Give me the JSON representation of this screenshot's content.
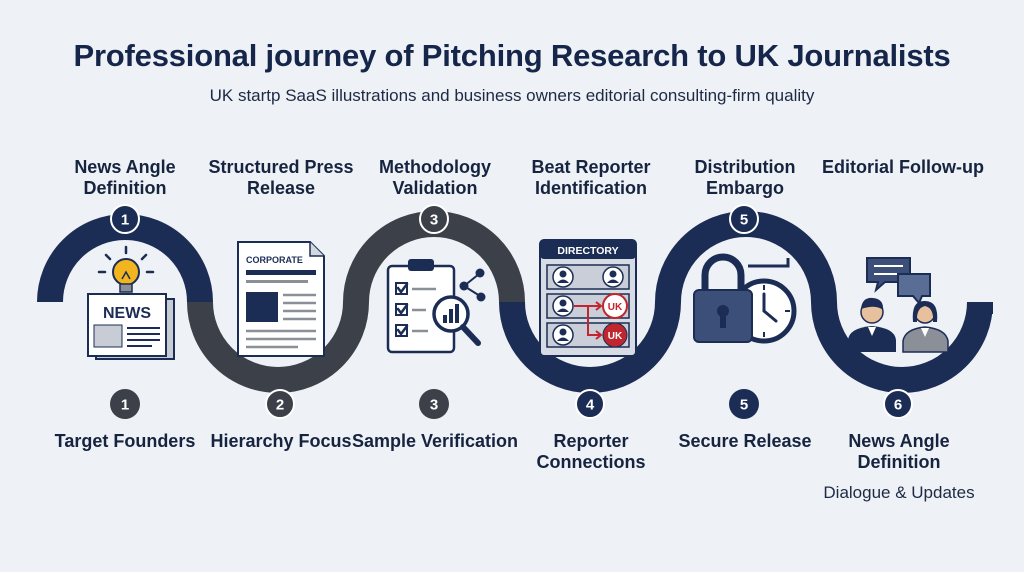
{
  "title": "Professional journey of Pitching Research to UK Journalists",
  "subtitle": "UK startp SaaS illustrations and business owners editorial consulting-firm quality",
  "stages": [
    {
      "number": "1",
      "top_label": "News Angle Definition",
      "bottom_label": "Target Founders",
      "icon": "newspaper-lightbulb-icon",
      "icon_text": "NEWS"
    },
    {
      "number": "2",
      "top_label": "Structured Press Release",
      "bottom_label": "Hierarchy Focus",
      "icon": "press-release-document-icon",
      "icon_text": "CORPORATE"
    },
    {
      "number": "3",
      "top_label": "Methodology Validation",
      "bottom_label": "Sample Verification",
      "icon": "checklist-magnifier-icon"
    },
    {
      "number": "4",
      "top_label": "Beat Reporter Identification",
      "bottom_label": "Reporter Connections",
      "icon": "reporter-directory-icon",
      "icon_text": "DIRECTORY",
      "badge_text": "UK"
    },
    {
      "number": "5",
      "top_label": "Distribution Embargo",
      "bottom_label": "Secure Release",
      "icon": "padlock-clock-icon"
    },
    {
      "number": "6",
      "top_label": "Editorial Follow-up",
      "bottom_label": "News Angle Definition",
      "bottom_note": "Dialogue & Updates",
      "icon": "conversation-people-icon"
    }
  ],
  "top_markers": [
    "1",
    "3",
    "5"
  ],
  "colors": {
    "navy": "#1c2d55",
    "gray": "#3c4149",
    "background": "#eef1f6",
    "accent_red": "#c0262d",
    "bulb_yellow": "#f2b51f"
  }
}
